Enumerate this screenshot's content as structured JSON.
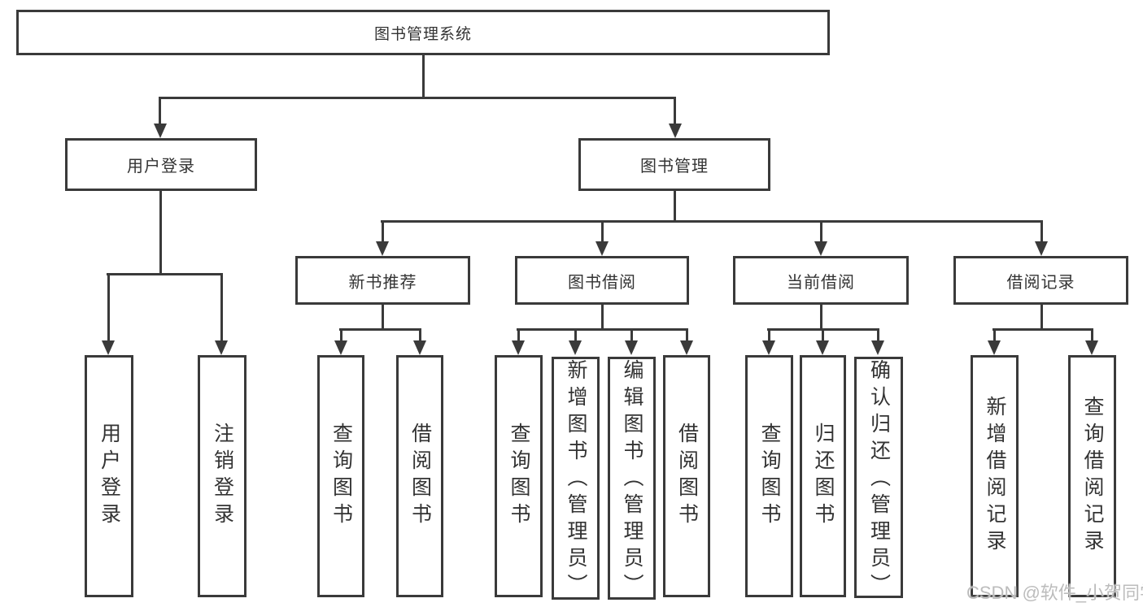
{
  "nodes": {
    "root": "图书管理系统",
    "user_login": "用户登录",
    "book_mgmt": "图书管理",
    "new_books": "新书推荐",
    "borrow": "图书借阅",
    "current": "当前借阅",
    "records": "借阅记录"
  },
  "leaves": {
    "user_login": [
      "用户登录",
      "注销登录"
    ],
    "new_books": [
      "查询图书",
      "借阅图书"
    ],
    "borrow": [
      "查询图书",
      "新增图书（管理员）",
      "编辑图书（管理员）",
      "借阅图书"
    ],
    "current": [
      "查询图书",
      "归还图书",
      "确认归还（管理员）"
    ],
    "records": [
      "新增借阅记录",
      "查询借阅记录"
    ]
  },
  "watermark": "CSDN @软件_小贺同学",
  "colors": {
    "line": "#3a3a3a",
    "text": "#333333",
    "watermark": "#bcbcbc",
    "bg": "#ffffff"
  }
}
